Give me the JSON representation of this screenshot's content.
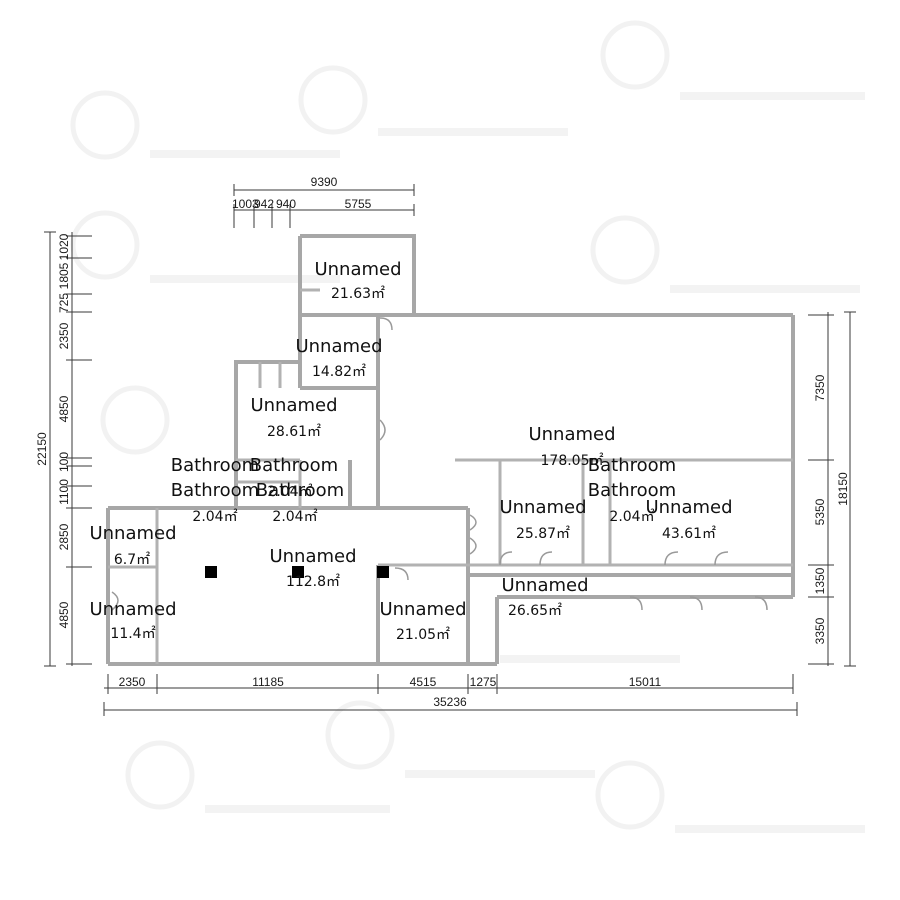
{
  "rooms": [
    {
      "name": "Unnamed",
      "area": "21.63㎡"
    },
    {
      "name": "Unnamed",
      "area": "14.82㎡"
    },
    {
      "name": "Unnamed",
      "area": "28.61㎡"
    },
    {
      "name": "Bathroom",
      "area": "2.04㎡"
    },
    {
      "name": "Bathroom",
      "area": "2.04㎡"
    },
    {
      "name": "Bathroom",
      "area": "2.04㎡"
    },
    {
      "name": "Bathroom",
      "area": "2.04㎡"
    },
    {
      "name": "Unnamed",
      "area": "6.7㎡"
    },
    {
      "name": "Unnamed",
      "area": "11.4㎡"
    },
    {
      "name": "Unnamed",
      "area": "112.8㎡"
    },
    {
      "name": "Unnamed",
      "area": "21.05㎡"
    },
    {
      "name": "Unnamed",
      "area": "178.05㎡"
    },
    {
      "name": "Unnamed",
      "area": "25.87㎡"
    },
    {
      "name": "Bathroom",
      "area": "2.04㎡"
    },
    {
      "name": "Unnamed",
      "area": "43.61㎡"
    },
    {
      "name": "Unnamed",
      "area": "26.65㎡"
    }
  ],
  "dimensions": {
    "top": {
      "total": "9390",
      "segments": [
        "1003",
        "942",
        "940",
        "5755"
      ]
    },
    "bottom": {
      "segments": [
        "2350",
        "11185",
        "4515",
        "1275",
        "15011"
      ],
      "total": "35236"
    },
    "left": {
      "total": "22150",
      "segments": [
        "1020",
        "1805",
        "725",
        "2350",
        "4850",
        "100",
        "1100",
        "2850",
        "4850"
      ]
    },
    "right": {
      "total": "18150",
      "segments": [
        "7350",
        "5350",
        "1350",
        "3350"
      ]
    }
  }
}
